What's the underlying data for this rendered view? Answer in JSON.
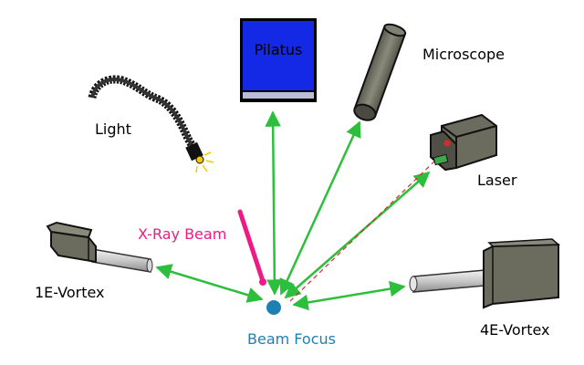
{
  "labels": {
    "pilatus": "Pilatus",
    "microscope": "Microscope",
    "light": "Light",
    "laser": "Laser",
    "xray_beam": "X-Ray Beam",
    "vortex_1e": "1E-Vortex",
    "vortex_4e": "4E-Vortex",
    "beam_focus": "Beam Focus"
  },
  "colors": {
    "arrow": "#2dbf3c",
    "xray_beam": "#ee1b86",
    "beam_focus": "#1e7fb4",
    "laser_beam": "#e0262b",
    "pilatus_panel": "#1429e6",
    "device_gray": "#6b6b5e"
  }
}
